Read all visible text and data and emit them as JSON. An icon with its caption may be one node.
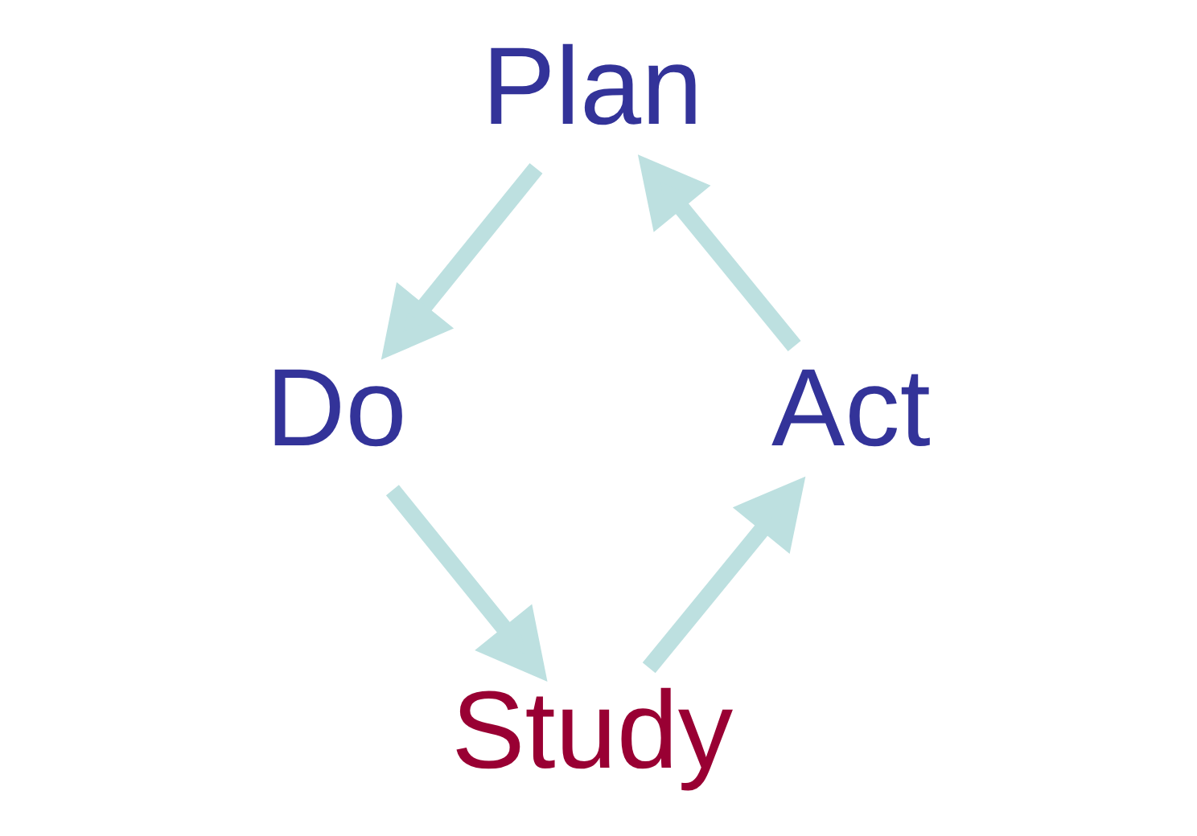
{
  "diagram": {
    "nodes": [
      {
        "text": [
          "Plan"
        ]
      },
      {
        "text": [
          "Act"
        ]
      },
      {
        "text": [
          "Do"
        ]
      },
      {
        "text": [
          "Study"
        ]
      }
    ],
    "edges": [
      {
        "from": 0,
        "to": 2,
        "arrow": "to"
      },
      {
        "from": 2,
        "to": 3,
        "arrow": "to"
      },
      {
        "from": 3,
        "to": 1,
        "arrow": "to"
      },
      {
        "from": 1,
        "to": 0,
        "arrow": "to"
      }
    ]
  }
}
